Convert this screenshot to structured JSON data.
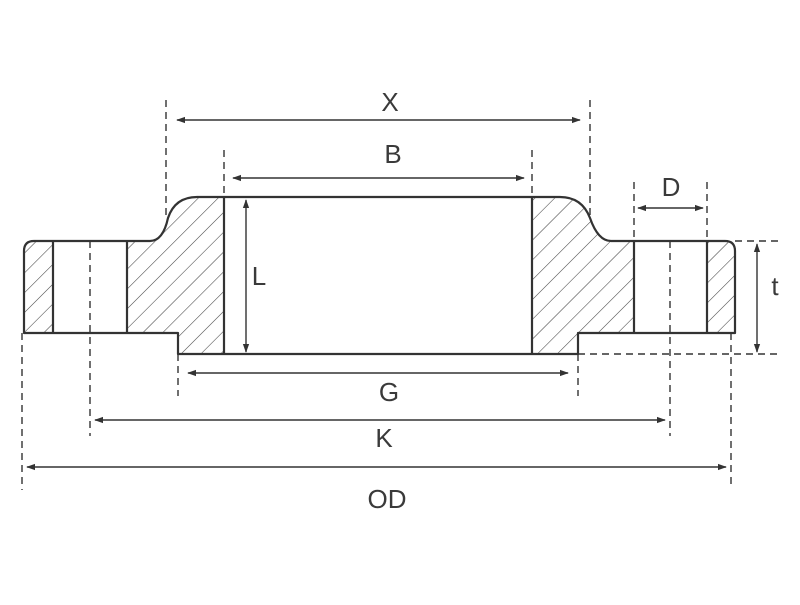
{
  "diagram": {
    "labels": {
      "x": "X",
      "b": "B",
      "d": "D",
      "l": "L",
      "t": "t",
      "g": "G",
      "k": "K",
      "od": "OD"
    },
    "colors": {
      "line": "#333333",
      "text": "#3a3a3a",
      "background": "#ffffff"
    }
  }
}
